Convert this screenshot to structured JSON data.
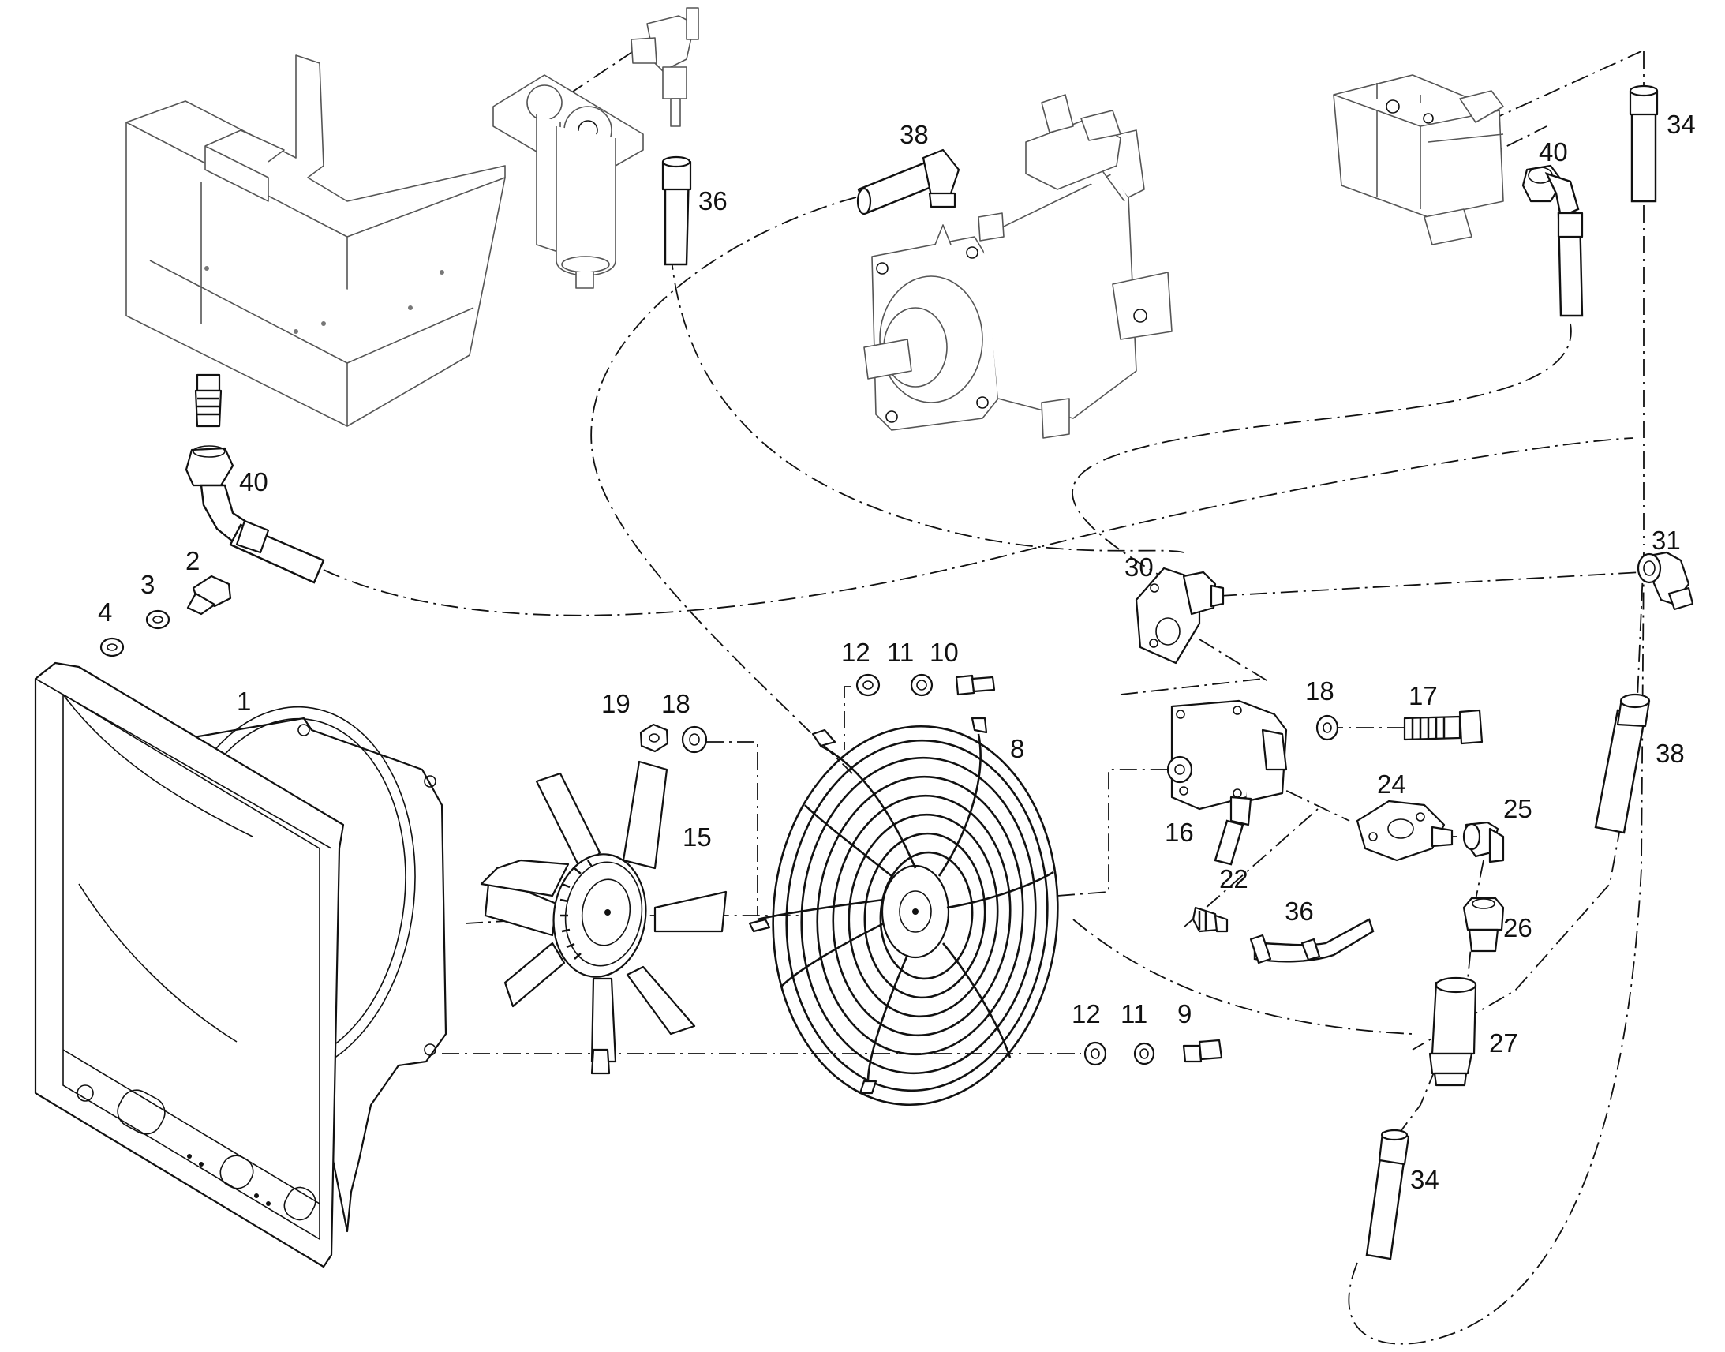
{
  "diagram": {
    "callouts": [
      {
        "id": "c1",
        "text": "1"
      },
      {
        "id": "c2",
        "text": "2"
      },
      {
        "id": "c3",
        "text": "3"
      },
      {
        "id": "c4",
        "text": "4"
      },
      {
        "id": "c8",
        "text": "8"
      },
      {
        "id": "c9",
        "text": "9"
      },
      {
        "id": "c10",
        "text": "10"
      },
      {
        "id": "c11a",
        "text": "11"
      },
      {
        "id": "c11b",
        "text": "11"
      },
      {
        "id": "c12a",
        "text": "12"
      },
      {
        "id": "c12b",
        "text": "12"
      },
      {
        "id": "c15",
        "text": "15"
      },
      {
        "id": "c16",
        "text": "16"
      },
      {
        "id": "c17",
        "text": "17"
      },
      {
        "id": "c18a",
        "text": "18"
      },
      {
        "id": "c18b",
        "text": "18"
      },
      {
        "id": "c19",
        "text": "19"
      },
      {
        "id": "c22",
        "text": "22"
      },
      {
        "id": "c24",
        "text": "24"
      },
      {
        "id": "c25",
        "text": "25"
      },
      {
        "id": "c26",
        "text": "26"
      },
      {
        "id": "c27",
        "text": "27"
      },
      {
        "id": "c30",
        "text": "30"
      },
      {
        "id": "c31",
        "text": "31"
      },
      {
        "id": "c34a",
        "text": "34"
      },
      {
        "id": "c34b",
        "text": "34"
      },
      {
        "id": "c36a",
        "text": "36"
      },
      {
        "id": "c36b",
        "text": "36"
      },
      {
        "id": "c38a",
        "text": "38"
      },
      {
        "id": "c38b",
        "text": "38"
      },
      {
        "id": "c40a",
        "text": "40"
      },
      {
        "id": "c40b",
        "text": "40"
      }
    ]
  }
}
